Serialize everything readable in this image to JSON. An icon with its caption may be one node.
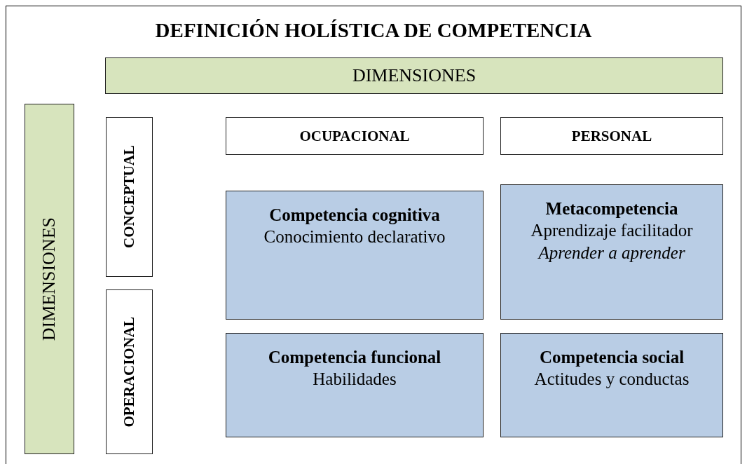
{
  "diagram": {
    "title": "DEFINICIÓN HOLÍSTICA DE COMPETENCIA",
    "nodes": [
      {
        "text": [
          "DIMENSIONES"
        ]
      },
      {
        "text": [
          "DIMENSIONES"
        ]
      },
      {
        "text": [
          "CONCEPTUAL"
        ]
      },
      {
        "text": [
          "OPERACIONAL"
        ]
      },
      {
        "text": [
          "OCUPACIONAL"
        ]
      },
      {
        "text": [
          "PERSONAL"
        ]
      },
      {
        "text": [
          "Competencia cognitiva",
          "Conocimiento declarativo"
        ]
      },
      {
        "text": [
          "Metacompetencia",
          "Aprendizaje facilitador",
          "Aprender a aprender"
        ]
      },
      {
        "text": [
          "Competencia funcional",
          "Habilidades"
        ]
      },
      {
        "text": [
          "Competencia social",
          "Actitudes y conductas"
        ]
      }
    ],
    "edges": []
  }
}
